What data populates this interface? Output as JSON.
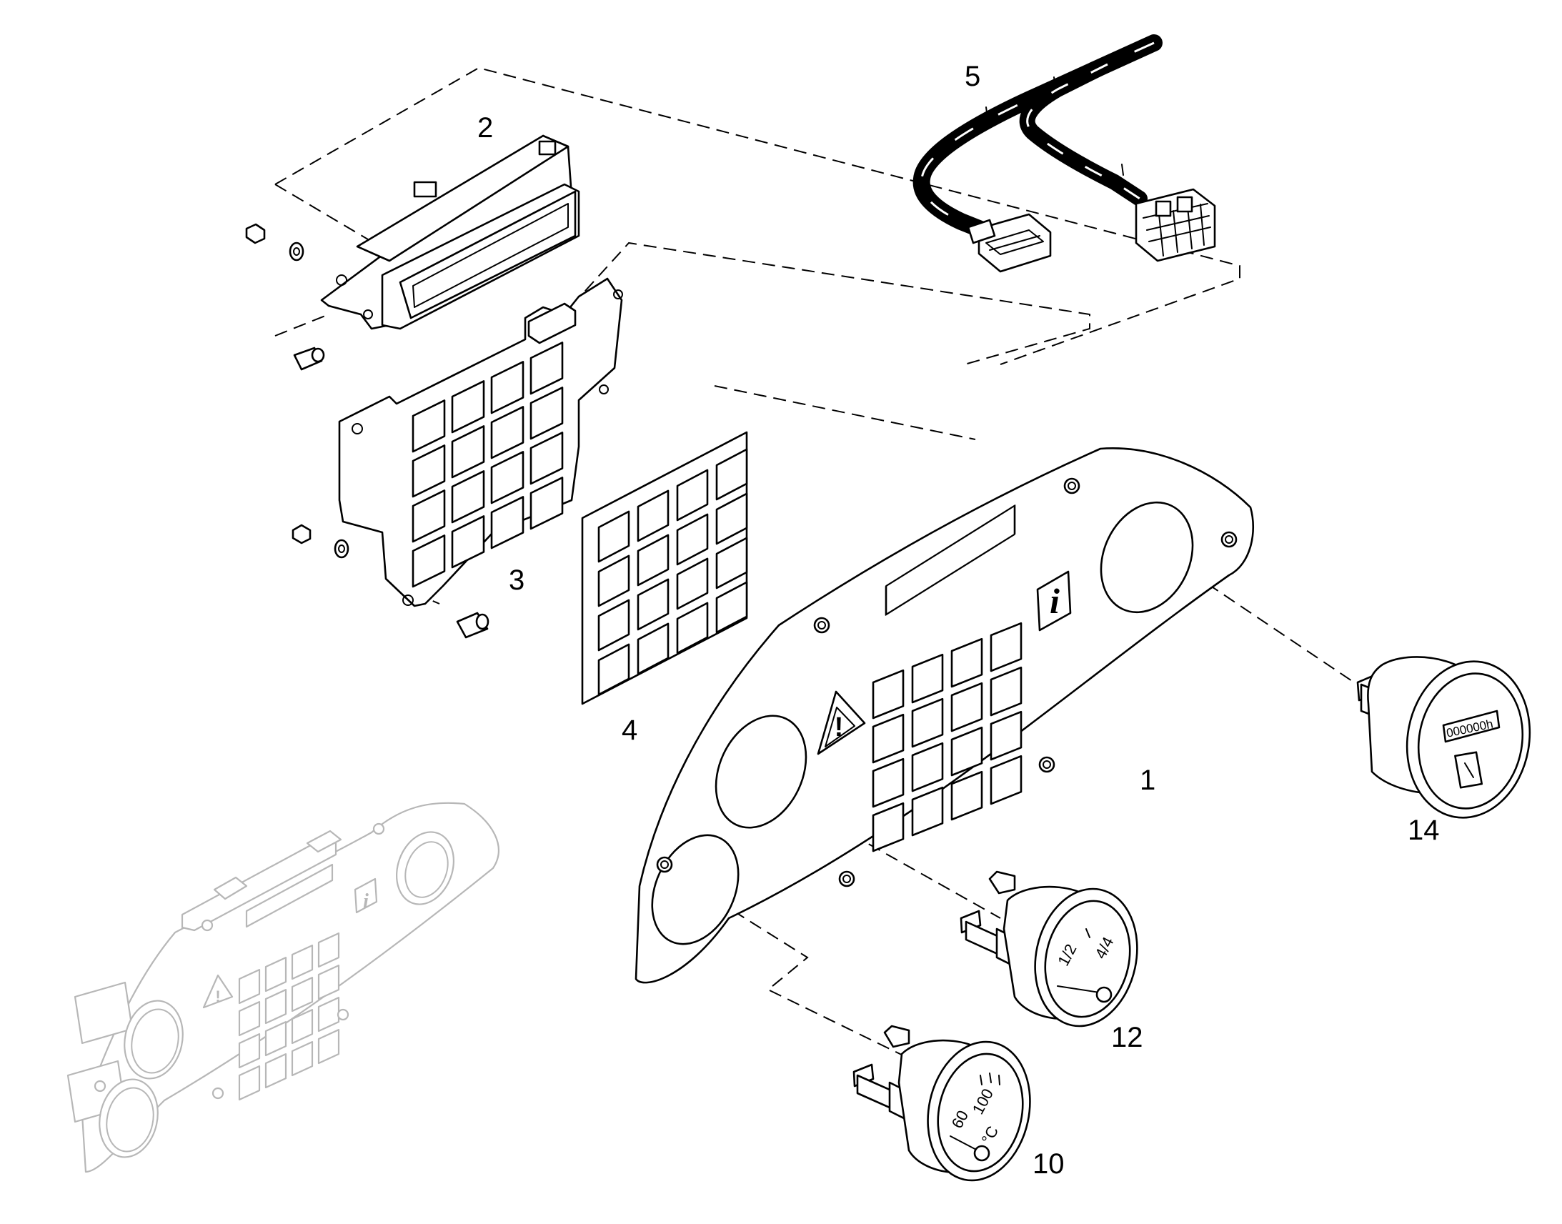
{
  "callouts": {
    "c1": "1",
    "c2": "2",
    "c3": "3",
    "c4": "4",
    "c5": "5",
    "c10": "10",
    "c12": "12",
    "c14": "14"
  },
  "symbols": {
    "info": "i",
    "warning": "!"
  },
  "gauge12": {
    "scale_half": "1/2",
    "scale_full": "4/4"
  },
  "gauge10": {
    "scale_60": "60",
    "scale_100": "100",
    "unit": "°C"
  },
  "gauge14": {
    "counter": "000000h"
  },
  "colors": {
    "line": "#000000",
    "ghost": "#b7b7b7",
    "background": "#ffffff"
  }
}
